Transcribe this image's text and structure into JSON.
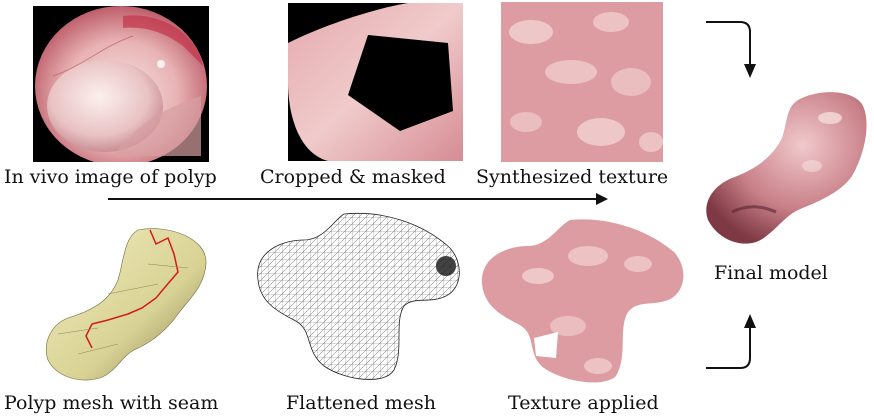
{
  "captions": {
    "in_vivo": "In vivo image of polyp",
    "cropped": "Cropped & masked",
    "synthesized": "Synthesized texture",
    "final_model": "Final model",
    "polyp_mesh": "Polyp mesh with seam",
    "flattened": "Flattened mesh",
    "texture_applied": "Texture applied"
  },
  "colors": {
    "tissue_pink": "#d99aa0",
    "tissue_light": "#f1cfcf",
    "mesh_yellow": "#e8e3a8",
    "seam_red": "#d21a1a",
    "arrow": "#111111"
  },
  "icons": [
    "curved-arrow-down-icon",
    "curved-arrow-up-icon",
    "flow-arrow-right-icon"
  ]
}
